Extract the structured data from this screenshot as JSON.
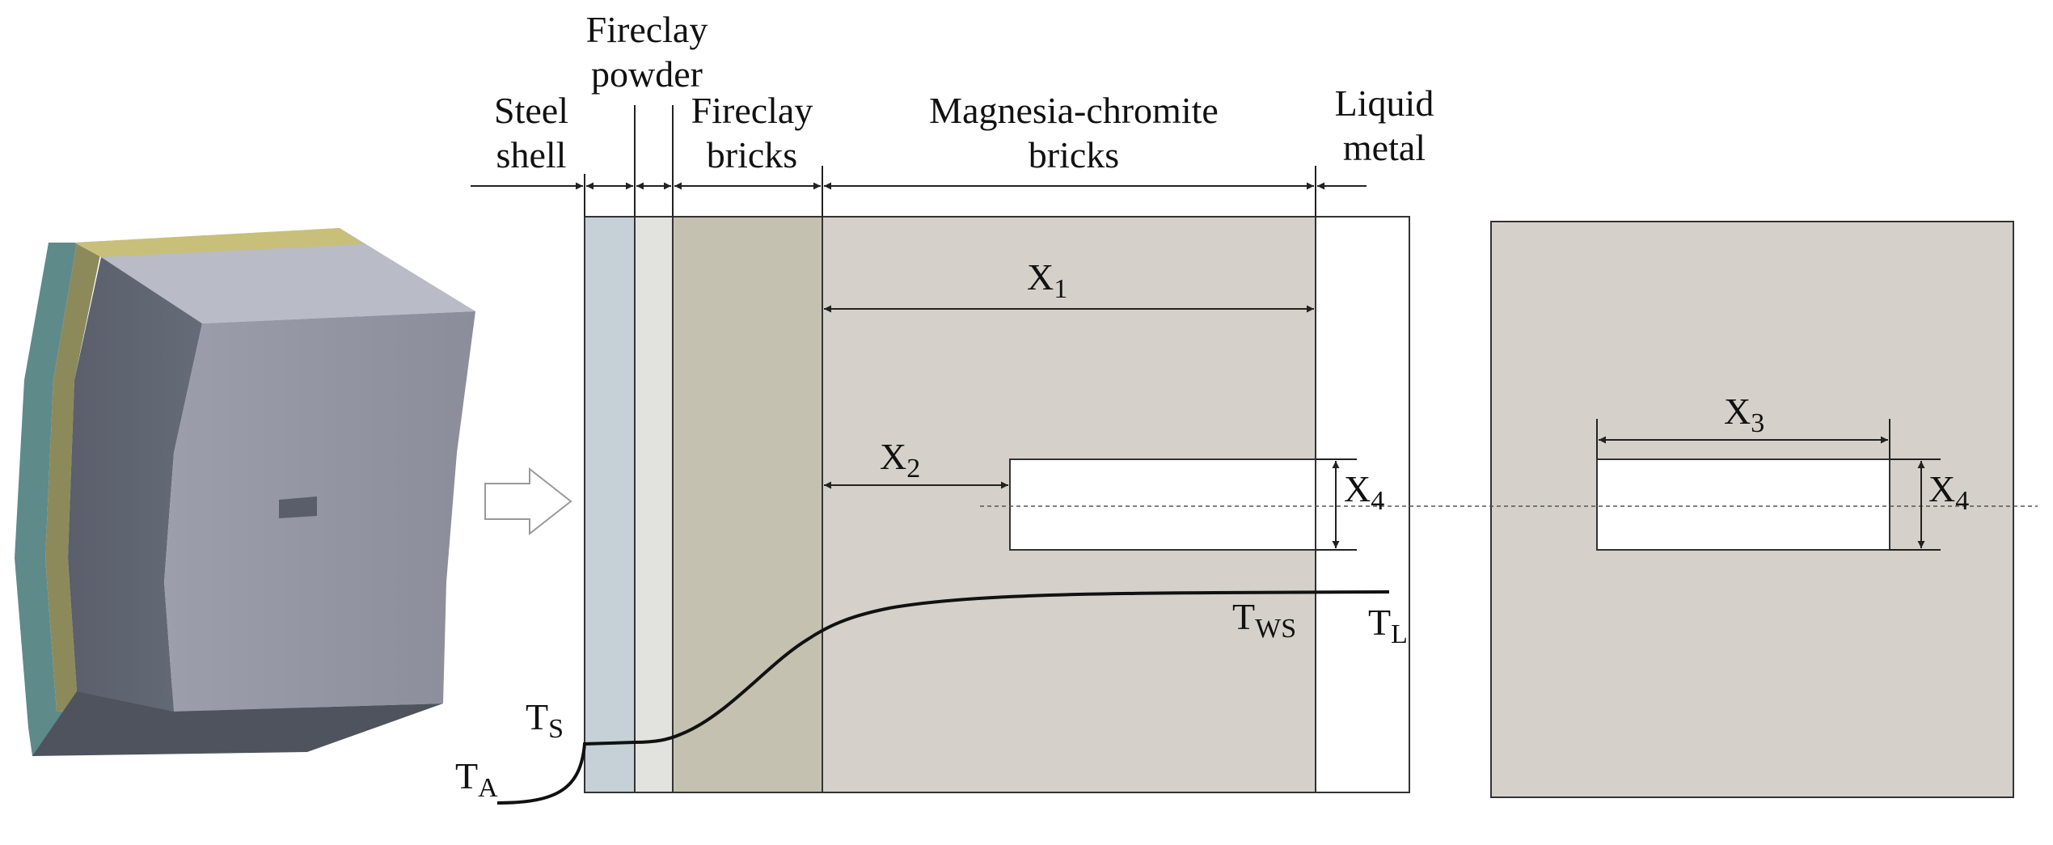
{
  "layers": {
    "steel_shell": "Steel shell",
    "fireclay_powder": "Fireclay powder",
    "fireclay_bricks": "Fireclay bricks",
    "magnesia_chromite_bricks": "Magnesia-chromite bricks",
    "liquid_metal": "Liquid metal"
  },
  "dimensions": {
    "x1": {
      "base": "X",
      "sub": "1"
    },
    "x2": {
      "base": "X",
      "sub": "2"
    },
    "x3": {
      "base": "X",
      "sub": "3"
    },
    "x4": {
      "base": "X",
      "sub": "4"
    }
  },
  "temperatures": {
    "ta": {
      "base": "T",
      "sub": "A"
    },
    "ts": {
      "base": "T",
      "sub": "S"
    },
    "tws": {
      "base": "T",
      "sub": "WS"
    },
    "tl": {
      "base": "T",
      "sub": "L"
    }
  },
  "colors": {
    "steel": "#c5d1d7",
    "powder": "#e2e2de",
    "fireclay": "#c5c1b1",
    "magnesia": "#d5d1ca",
    "slot": "#ffffff",
    "line": "#222222"
  }
}
